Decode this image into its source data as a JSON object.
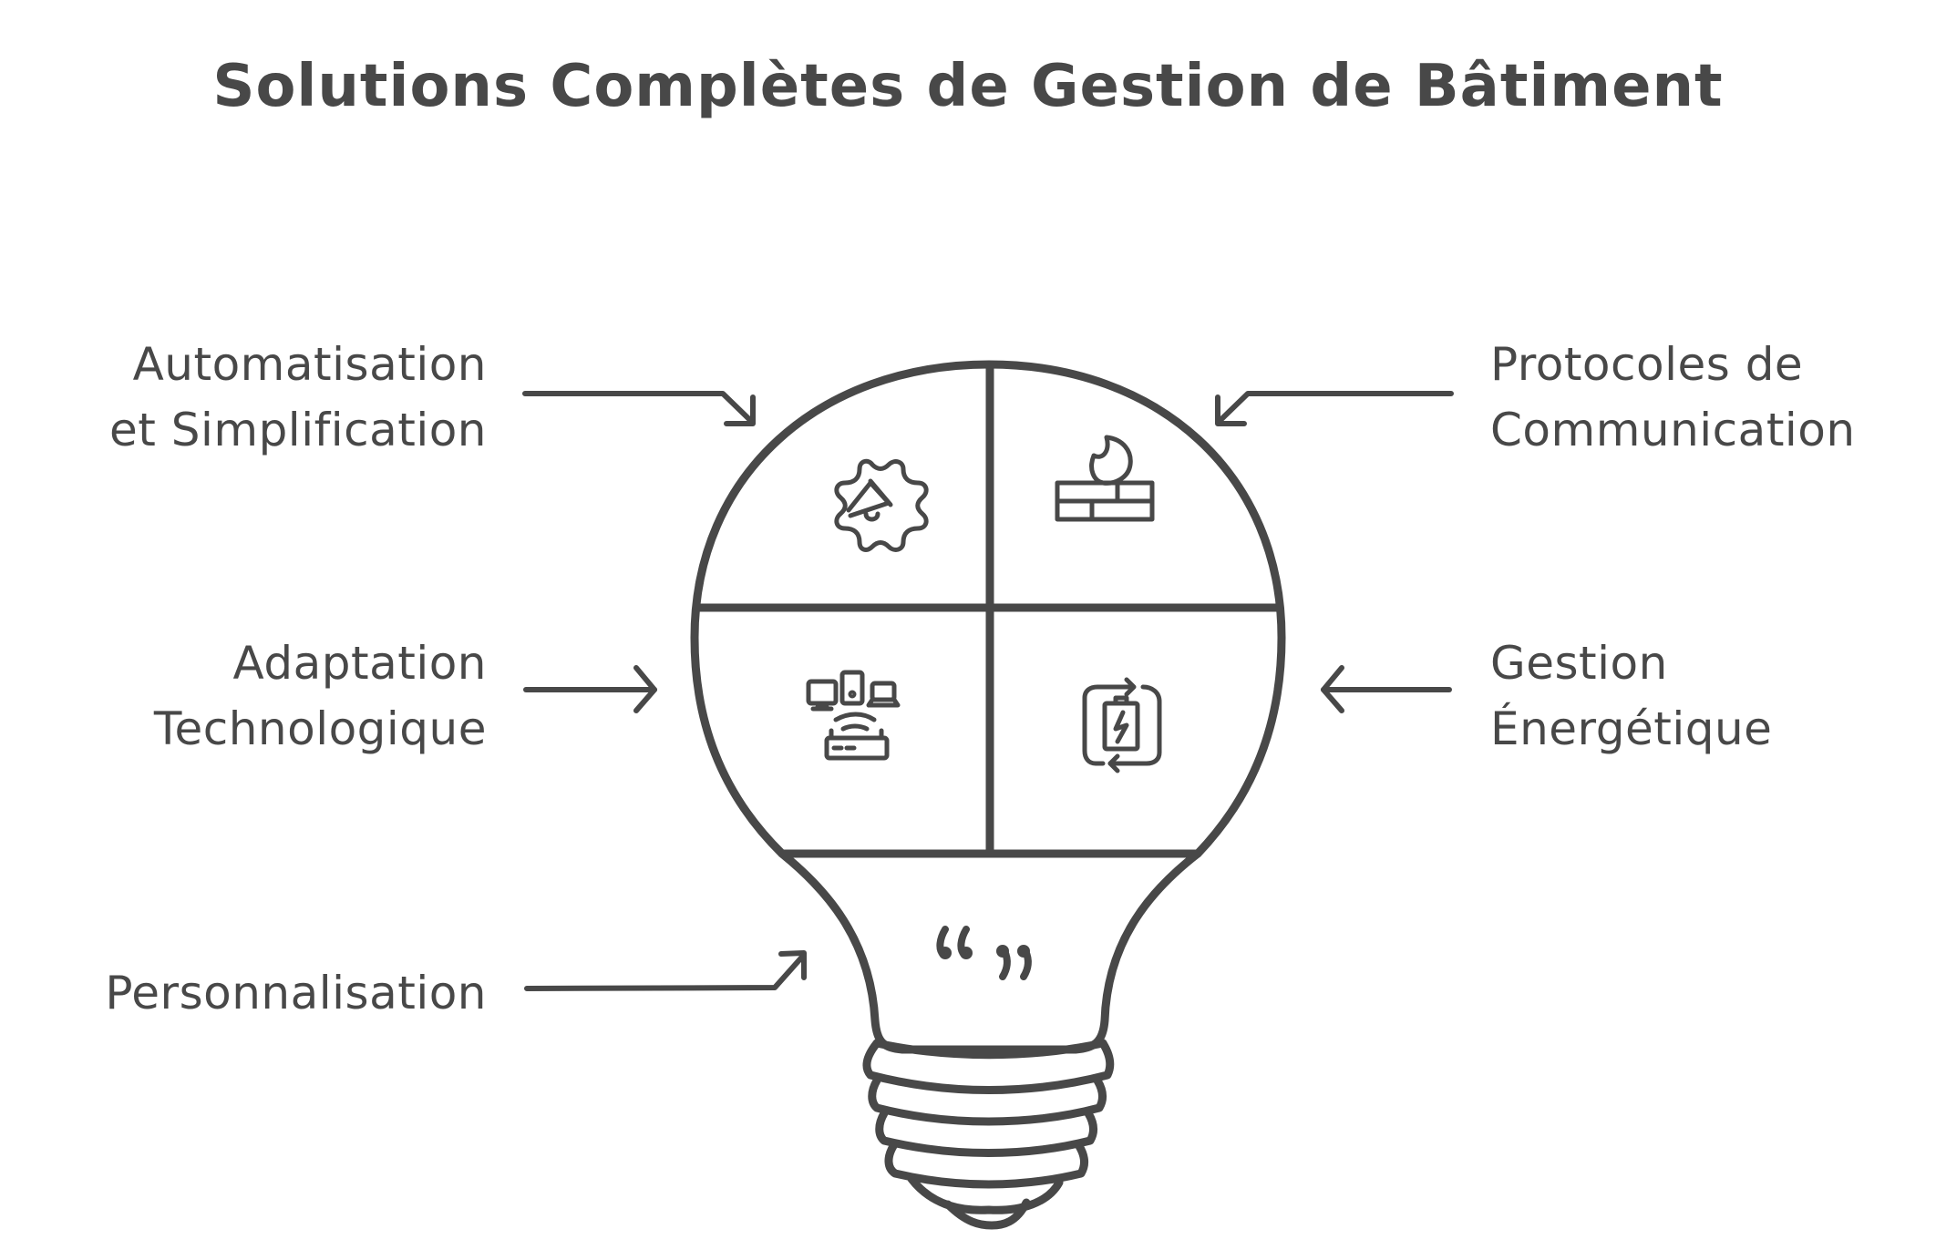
{
  "title": "Solutions Complètes de Gestion de Bâtiment",
  "colors": {
    "stroke": "#484848",
    "background": "#ffffff"
  },
  "labels": {
    "automation": {
      "line1": "Automatisation",
      "line2": "et Simplification",
      "icon": "gear-megaphone-icon"
    },
    "protocols": {
      "line1": "Protocoles de",
      "line2": "Communication",
      "icon": "firewall-flame-icon"
    },
    "adaptation": {
      "line1": "Adaptation",
      "line2": "Technologique",
      "icon": "devices-router-icon"
    },
    "energy": {
      "line1": "Gestion",
      "line2": "Énergétique",
      "icon": "battery-cycle-icon"
    },
    "personalization": {
      "line1": "Personnalisation",
      "icon": "quote-marks-icon"
    }
  },
  "quote_glyph": "“ ”"
}
